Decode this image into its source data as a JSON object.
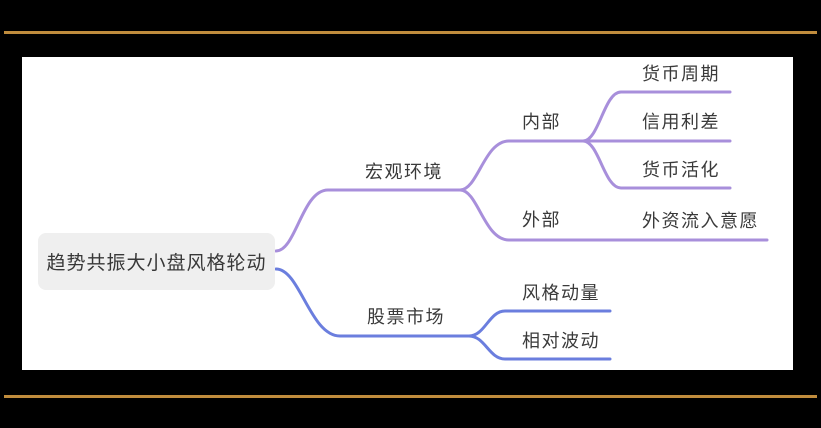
{
  "canvas": {
    "background_color": "#000000",
    "panel_color": "#ffffff",
    "accent_rule_color": "#c08c3d"
  },
  "mindmap": {
    "root": {
      "label": "趋势共振大小盘风格轮动",
      "bg_color": "#efefef",
      "text_color": "#383838"
    },
    "branches": [
      {
        "label": "宏观环境",
        "color": "#a88fdb",
        "children": [
          {
            "label": "内部",
            "children": [
              {
                "label": "货币周期"
              },
              {
                "label": "信用利差"
              },
              {
                "label": "货币活化"
              }
            ]
          },
          {
            "label": "外部",
            "children": [
              {
                "label": "外资流入意愿"
              }
            ]
          }
        ]
      },
      {
        "label": "股票市场",
        "color": "#6b7ede",
        "children": [
          {
            "label": "风格动量"
          },
          {
            "label": "相对波动"
          }
        ]
      }
    ]
  }
}
